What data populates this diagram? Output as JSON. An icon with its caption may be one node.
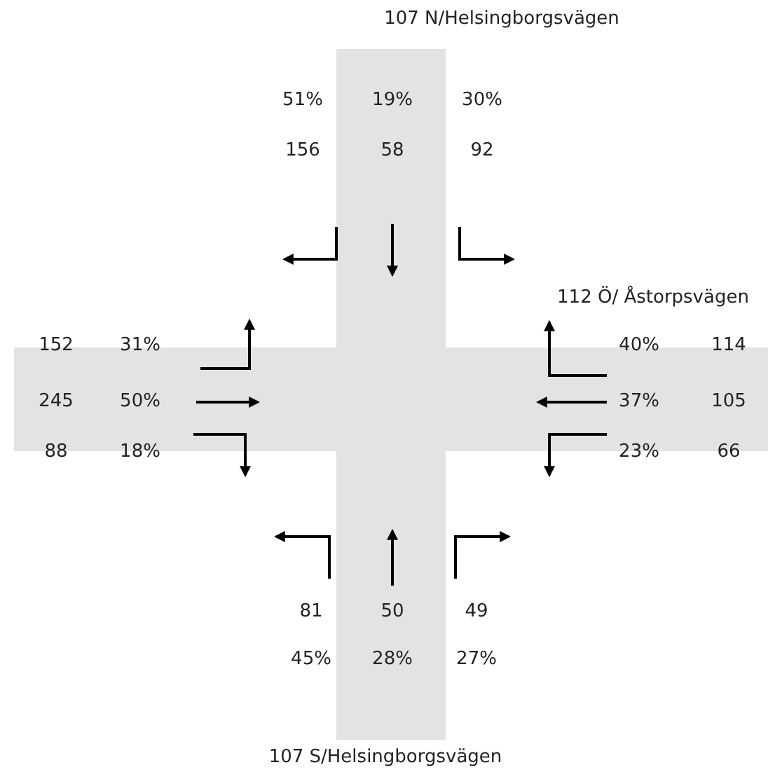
{
  "diagram": {
    "labels": [
      "107 N/Helsingborgsvägen",
      "51%",
      "19%",
      "30%",
      "156",
      "58",
      "92",
      "112 Ö/ Åstorpsvägen",
      "152",
      "31%",
      "40%",
      "114",
      "245",
      "50%",
      "37%",
      "105",
      "88",
      "18%",
      "23%",
      "66",
      "81",
      "50",
      "49",
      "45%",
      "28%",
      "27%",
      "107 S/Helsingborgsvägen"
    ]
  }
}
